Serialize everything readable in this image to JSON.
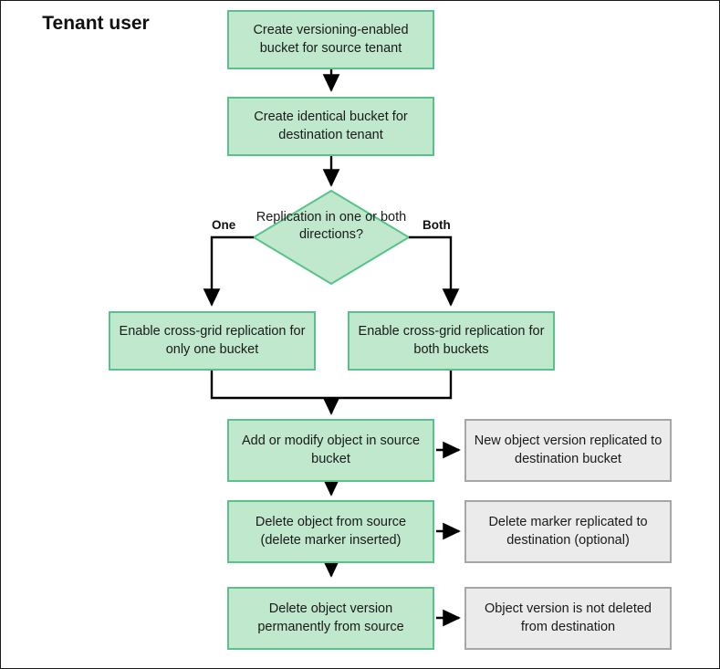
{
  "diagram": {
    "title": "Tenant user",
    "colors": {
      "process_fill": "#bfe8cd",
      "process_border": "#57c389",
      "result_fill": "#ebebeb",
      "result_border": "#a6a6a6",
      "connector": "#000000",
      "frame_border": "#1a1a1a",
      "text": "#1a1a1a"
    },
    "nodes": {
      "create_source_bucket": "Create versioning-enabled bucket for source tenant",
      "create_destination_bucket": "Create identical bucket for destination tenant",
      "decision": "Replication in one or both directions?",
      "enable_one_bucket": "Enable cross-grid replication for only one bucket",
      "enable_both_buckets": "Enable cross-grid replication for both buckets",
      "add_or_modify_object": "Add or modify object in source bucket",
      "delete_object_from_source": "Delete object from source (delete marker inserted)",
      "delete_object_version": "Delete object version permanently from source",
      "new_object_version_result": "New object version replicated to destination bucket",
      "delete_marker_result": "Delete marker replicated to destination (optional)",
      "object_version_not_deleted_result": "Object version is not deleted from destination"
    },
    "edge_labels": {
      "one": "One",
      "both": "Both"
    }
  }
}
